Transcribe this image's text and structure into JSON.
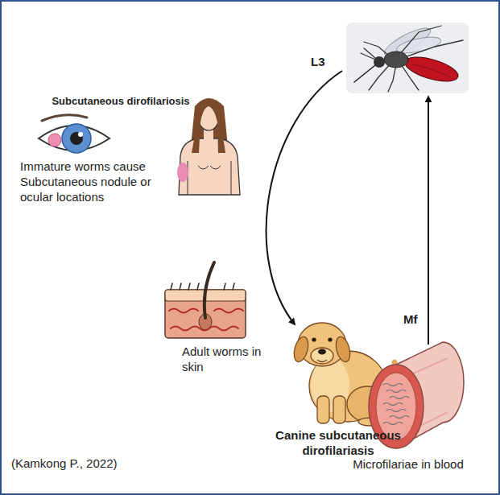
{
  "diagram": {
    "nodes": [
      {
        "text": [
          "Subcutaneous dirofilariosis",
          "Immature worms cause Subcutaneous nodule or ocular locations"
        ]
      },
      {
        "text": [
          "Adult worms in skin"
        ]
      },
      {
        "text": [
          "Canine subcutaneous dirofilariasis"
        ]
      },
      {
        "text": [
          "Microfilariae in blood"
        ]
      }
    ],
    "labels": [
      "L3",
      "Mf",
      "(Kamkong P., 2022)"
    ]
  }
}
